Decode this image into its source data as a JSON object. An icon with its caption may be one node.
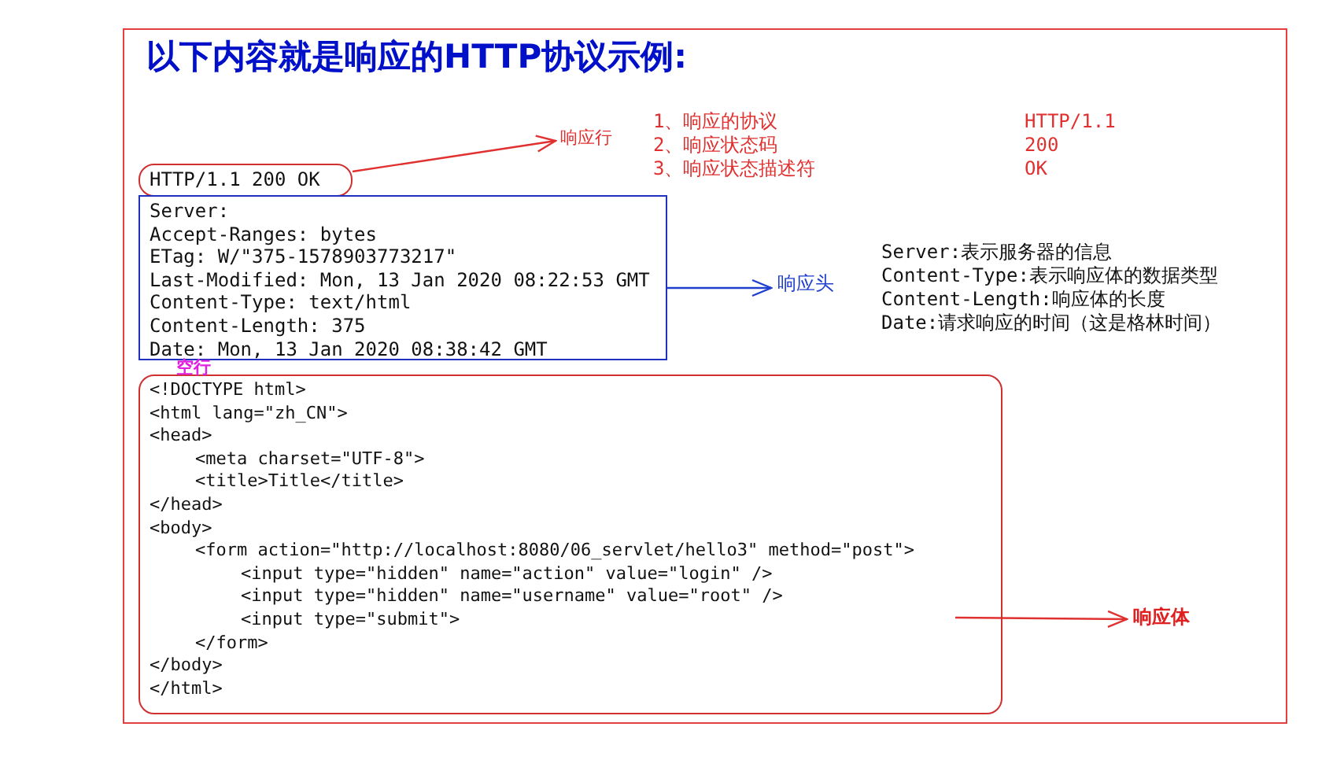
{
  "diagram": {
    "title": "以下内容就是响应的HTTP协议示例:",
    "nodes": [
      {
        "text": [
          "HTTP/1.1 200 OK"
        ]
      },
      {
        "text": [
          "响应行"
        ]
      },
      {
        "text": [
          "Server:",
          "Accept-Ranges: bytes",
          "ETag: W/\"375-1578903773217\"",
          "Last-Modified: Mon, 13 Jan 2020 08:22:53 GMT",
          "Content-Type: text/html",
          "Content-Length: 375",
          "Date: Mon, 13 Jan 2020 08:38:42 GMT"
        ]
      },
      {
        "text": [
          "响应头"
        ]
      },
      {
        "text": [
          "<!DOCTYPE html>",
          "<html lang=\"zh_CN\">",
          "<head>",
          "<meta charset=\"UTF-8\">",
          "<title>Title</title>",
          "</head>",
          "<body>",
          "<form action=\"http://localhost:8080/06_servlet/hello3\" method=\"post\">",
          "<input type=\"hidden\" name=\"action\" value=\"login\" />",
          "<input type=\"hidden\" name=\"username\" value=\"root\" />",
          "<input type=\"submit\">",
          "</form>",
          "</body>",
          "</html>"
        ]
      },
      {
        "text": [
          "响应体"
        ]
      }
    ],
    "edges": [
      {
        "from": 0,
        "to": 1,
        "arrow": "to",
        "color": "#e03030"
      },
      {
        "from": 2,
        "to": 3,
        "arrow": "to",
        "color": "#2040d0"
      },
      {
        "from": 4,
        "to": 5,
        "arrow": "to",
        "color": "#e03030"
      }
    ],
    "labels": [
      "1、响应的协议",
      "HTTP/1.1",
      "2、响应状态码",
      "200",
      "3、响应状态描述符",
      "OK",
      "Server:表示服务器的信息",
      "Content-Type:表示响应体的数据类型",
      "Content-Length:响应体的长度",
      "Date:请求响应的时间（这是格林时间）",
      "空行"
    ]
  }
}
